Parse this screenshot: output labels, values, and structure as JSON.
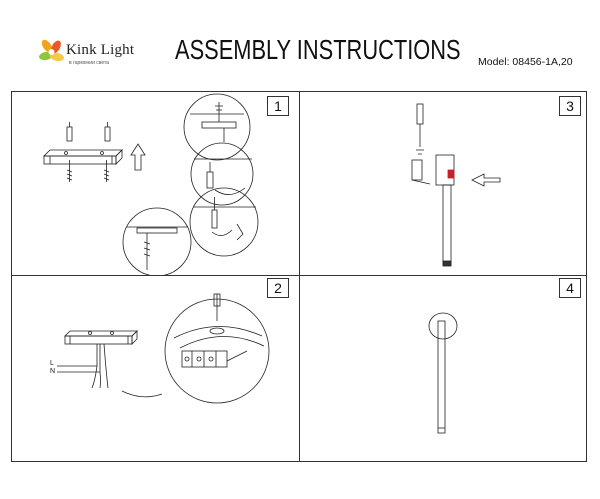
{
  "header": {
    "brand": "Kink Light",
    "tagline": "в гармонии света",
    "title": "ASSEMBLY INSTRUCTIONS",
    "model": "Model: 08456-1A,20"
  },
  "steps": [
    {
      "number": "1"
    },
    {
      "number": "2"
    },
    {
      "number": "3"
    },
    {
      "number": "4"
    }
  ],
  "wiring_labels": [
    "L",
    "N"
  ]
}
